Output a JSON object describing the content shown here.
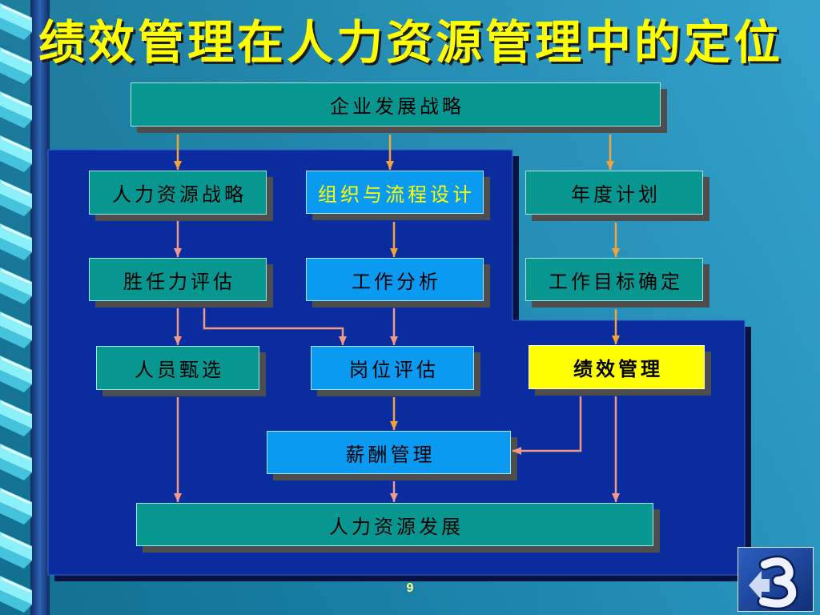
{
  "slide": {
    "title": "绩效管理在人力资源管理中的定位",
    "page_number": "9"
  },
  "colors": {
    "title": "#ffff00",
    "background_left": "#127698",
    "background_right": "#2a9dca",
    "panel": "#0b2c9e",
    "teal_box": "#079690",
    "blue_box": "#0b9af2",
    "highlight_box": "#ffff00",
    "box_text": "#000000",
    "highlight_text": "#ffff00",
    "arrow_orange": "#f4a23a",
    "arrow_salmon": "#f39a86",
    "box_shadow": "#4d4d4d"
  },
  "diagram": {
    "nodes": {
      "corporate_strategy": "企业发展战略",
      "hr_strategy": "人力资源战略",
      "org_process_design": "组织与流程设计",
      "annual_plan": "年度计划",
      "competency_assessment": "胜任力评估",
      "job_analysis": "工作分析",
      "goal_setting": "工作目标确定",
      "staff_selection": "人员甄选",
      "job_evaluation": "岗位评估",
      "performance_management": "绩效管理",
      "compensation_management": "薪酬管理",
      "hr_development": "人力资源发展"
    }
  }
}
